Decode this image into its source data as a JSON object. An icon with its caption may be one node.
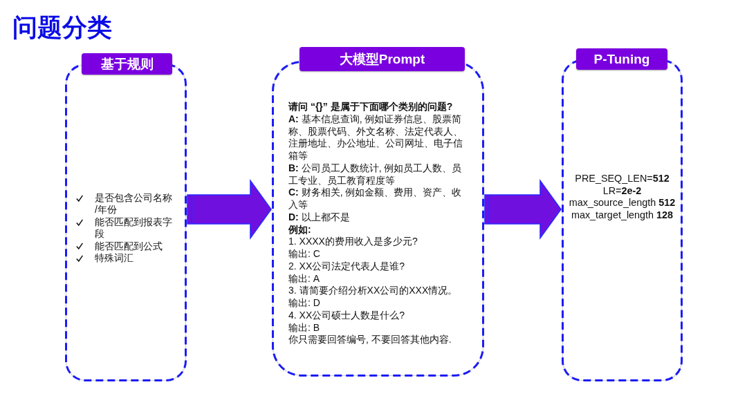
{
  "diagram": {
    "title": "问题分类",
    "nodes": [
      {
        "text": [
          "基于规则",
          "是否包含公司名称/年份",
          "能否匹配到报表字段",
          "能否匹配到公式",
          "特殊词汇"
        ]
      },
      {
        "text": [
          "大模型Prompt",
          "请问 “{}” 是属于下面哪个类别的问题?",
          "**A:** 基本信息查询, 例如证券信息、股票简称、股票代码、外文名称、法定代表人、注册地址、办公地址、公司网址、电子信箱等",
          "**B:** 公司员工人数统计, 例如员工人数、员工专业、员工教育程度等",
          "**C:** 财务相关, 例如金额、费用、资产、收入等",
          "**D:** 以上都不是",
          "例如:",
          "1. XXXX的费用收入是多少元?",
          "输出: C",
          "2. XX公司法定代表人是谁?",
          "输出: A",
          "3. 请简要介绍分析XX公司的XXX情况。",
          "输出: D",
          "4. XX公司硕士人数是什么?",
          "输出: B",
          "你只需要回答编号, 不要回答其他内容."
        ]
      },
      {
        "text": [
          "P-Tuning",
          "PRE_SEQ_LEN=**512**",
          "LR=**2e-2**",
          "max_source_length **512**",
          "max_target_length **128**"
        ]
      }
    ],
    "edges": [
      {
        "from": 0,
        "to": 1,
        "arrow": "to"
      },
      {
        "from": 1,
        "to": 2,
        "arrow": "to"
      }
    ]
  }
}
